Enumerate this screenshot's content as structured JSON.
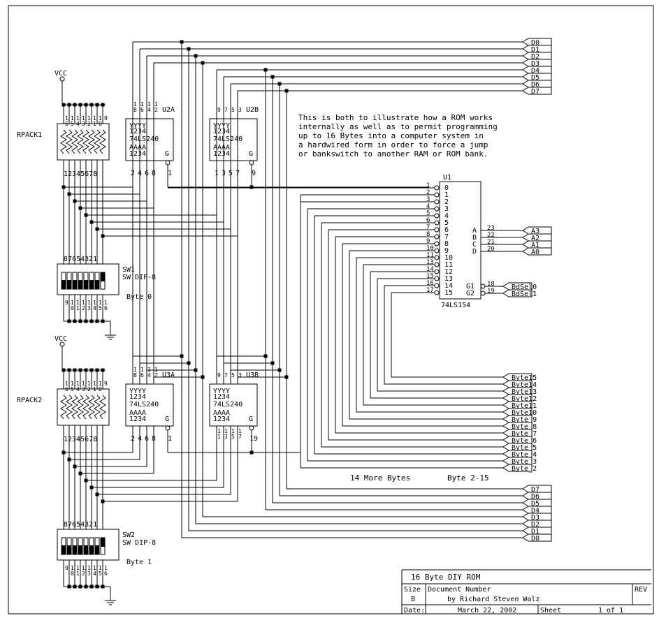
{
  "title_block": {
    "title": "16 Byte DIY ROM",
    "size_label": "Size",
    "size_value": "B",
    "doc_label": "Document Number",
    "doc_value": "by Richard Steven Walz",
    "rev_label": "REV",
    "date_label": "Date:",
    "date_value": "March 22, 2002",
    "sheet_label": "Sheet",
    "sheet_value": "1 of 1"
  },
  "note": [
    "This is both to illustrate how a ROM works",
    "internally as well as to permit programming",
    "up to 16 Bytes into a computer system in",
    "a hardwired form in order to force a jump",
    "or bankswitch to another RAM or ROM bank."
  ],
  "vcc": "VCC",
  "rpacks": [
    {
      "ref": "RPACK1",
      "top_pins": "16 15 14 13 12 11 10 9",
      "bottom_pins": "12345678"
    },
    {
      "ref": "RPACK2",
      "top_pins": "16 15 14 13 12 11 10 9",
      "bottom_pins": "12345678"
    }
  ],
  "switches": [
    {
      "ref": "SW1",
      "part": "SW DIP-8",
      "top_pins": "87654321",
      "bottom_pins": "9 10 11 12 13 14 15 16",
      "byte_label": "Byte 0"
    },
    {
      "ref": "SW2",
      "part": "SW DIP-8",
      "top_pins": "87654321",
      "bottom_pins": "9 10 11 12 13 14 15 16",
      "byte_label": "Byte 1"
    }
  ],
  "buffers": [
    {
      "ref": "U2A",
      "part": "74LS240",
      "y_top": "YYYY",
      "y_nums": "1234",
      "a_top": "AAAA",
      "a_nums": "1234",
      "gate": "G",
      "out_pins": "18 16 14 12",
      "in_pins": "2468",
      "g_pin": "1"
    },
    {
      "ref": "U2B",
      "part": "74LS240",
      "y_top": "YYYY",
      "y_nums": "1234",
      "a_top": "AAAA",
      "a_nums": "1234",
      "gate": "G",
      "out_pins": "9753",
      "in_pins": "1357",
      "g_pin": "9"
    },
    {
      "ref": "U3A",
      "part": "74LS240",
      "y_top": "YYYY",
      "y_nums": "1234",
      "a_top": "AAAA",
      "a_nums": "1234",
      "gate": "G",
      "out_pins": "18 16 14 12",
      "in_pins": "2468",
      "g_pin": "1"
    },
    {
      "ref": "U3B",
      "part": "74LS240",
      "y_top": "YYYY",
      "y_nums": "1234",
      "a_top": "AAAA",
      "a_nums": "1234",
      "gate": "G",
      "out_pins": "9753",
      "in_pins": "11 13 15 17",
      "g_pin": "19"
    }
  ],
  "decoder": {
    "ref": "U1",
    "part": "74LS154",
    "outputs": [
      "0",
      "1",
      "2",
      "3",
      "4",
      "5",
      "6",
      "7",
      "8",
      "9",
      "10",
      "11",
      "12",
      "13",
      "14",
      "15"
    ],
    "output_pins": [
      "1",
      "2",
      "3",
      "4",
      "5",
      "6",
      "7",
      "8",
      "9",
      "10",
      "11",
      "13",
      "14",
      "15",
      "16",
      "17"
    ],
    "inputs": [
      {
        "name": "A",
        "pin": "23",
        "net": "A3"
      },
      {
        "name": "B",
        "pin": "22",
        "net": "A2"
      },
      {
        "name": "C",
        "pin": "21",
        "net": "A1"
      },
      {
        "name": "D",
        "pin": "20",
        "net": "A0"
      }
    ],
    "enables": [
      {
        "name": "G1",
        "pin": "18",
        "net": "BdSel0"
      },
      {
        "name": "G2",
        "pin": "19",
        "net": "BdSel1"
      }
    ]
  },
  "data_bus_top": [
    "D0",
    "D1",
    "D2",
    "D3",
    "D4",
    "D5",
    "D6",
    "D7"
  ],
  "data_bus_bottom": [
    "D7",
    "D6",
    "D5",
    "D4",
    "D3",
    "D2",
    "D1",
    "D0"
  ],
  "byte_lines": [
    "Byte15",
    "Byte14",
    "Byte13",
    "Byte12",
    "Byte11",
    "Byte10",
    "Byte_9",
    "Byte_8",
    "Byte_7",
    "Byte_6",
    "Byte_5",
    "Byte_4",
    "Byte_3",
    "Byte_2"
  ],
  "more_bytes_label": "14 More Bytes",
  "bytes_range_label": "Byte 2-15"
}
